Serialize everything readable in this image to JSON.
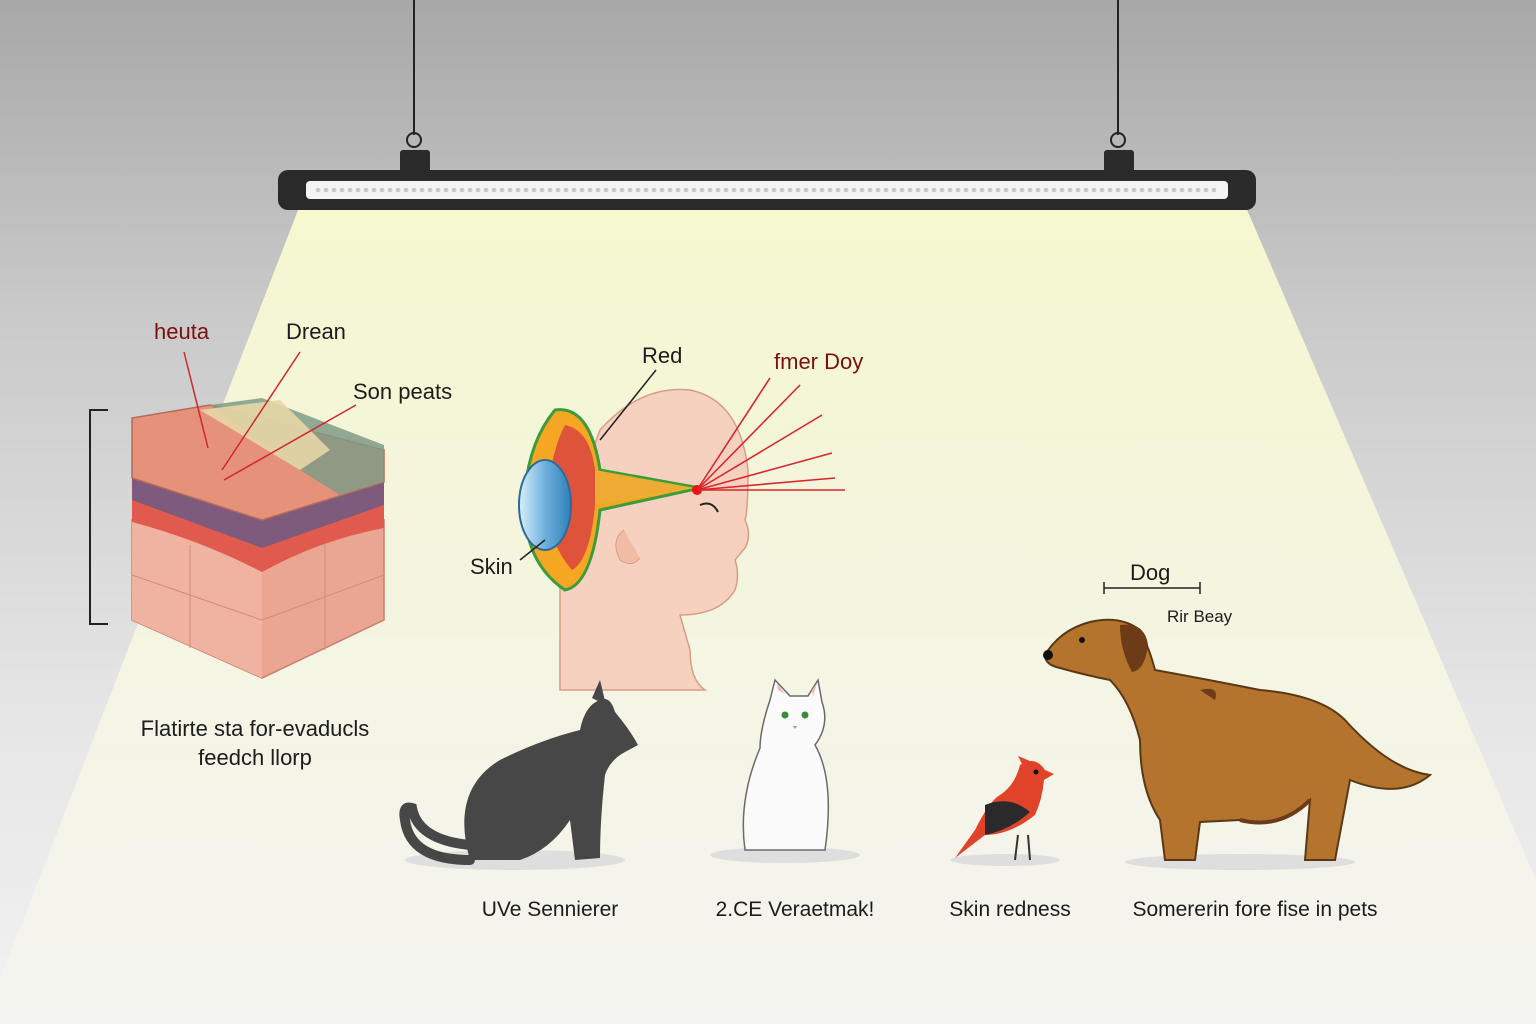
{
  "skin_block": {
    "labels": {
      "top_left": "heuta",
      "top_mid": "Drean",
      "right": "Son peats"
    },
    "caption_line1": "Flatirte sta for-evaducls",
    "caption_line2": "feedch llorp"
  },
  "head_diagram": {
    "labels": {
      "top": "Red",
      "rays": "fmer Doy",
      "left": "Skin"
    }
  },
  "dog_panel": {
    "title": "Dog",
    "subtitle": "Rir Beay"
  },
  "captions": {
    "black_cat": "UVe Sennierer",
    "white_cat": "2.CE Veraetmak!",
    "bird": "Skin redness",
    "dog": "Somererin fore fise in pets"
  },
  "colors": {
    "light_beam": "#f3f6c8",
    "lamp_body": "#2a2a2a",
    "ray_red": "#d9262b",
    "skin": "#f3c6ae",
    "dog_brown": "#b5742e",
    "bird_red": "#e0432a"
  },
  "icons": [
    "led-lamp-icon",
    "skin-layers-icon",
    "human-head-icon",
    "black-cat-icon",
    "white-cat-icon",
    "red-bird-icon",
    "dog-icon"
  ]
}
